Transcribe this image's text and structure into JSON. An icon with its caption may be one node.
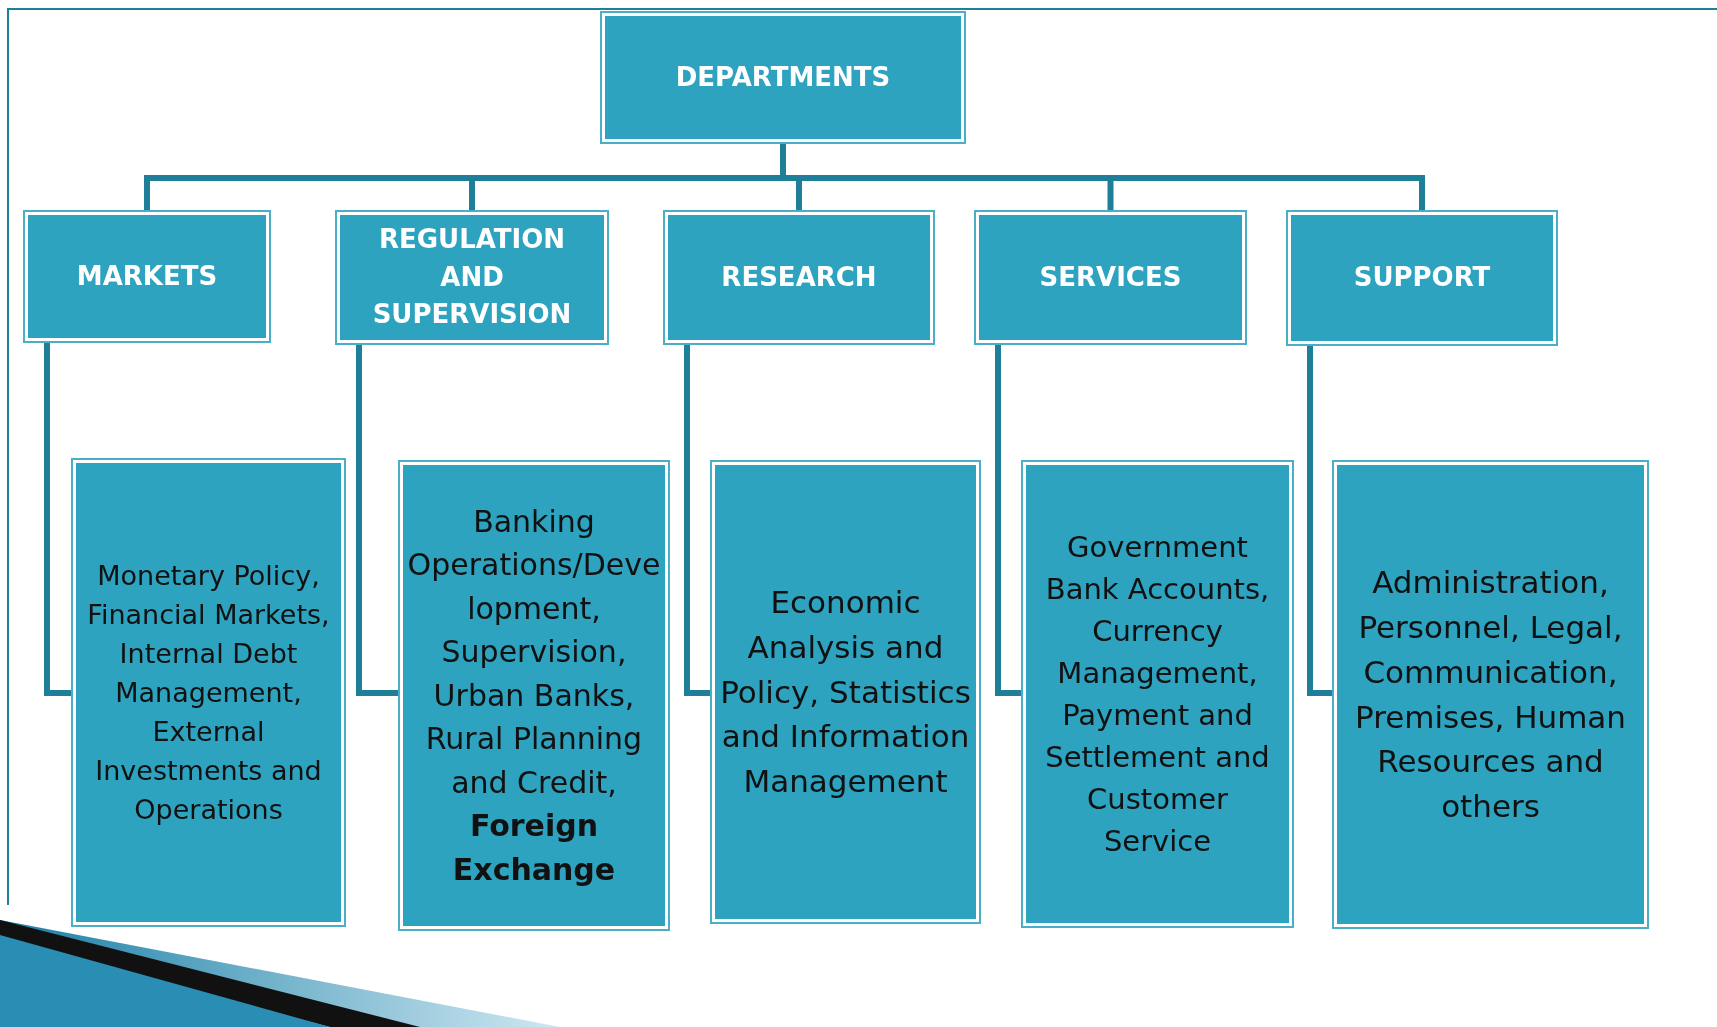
{
  "diagram": {
    "nodes": [
      {
        "text": [
          "DEPARTMENTS"
        ]
      },
      {
        "text": [
          "MARKETS"
        ]
      },
      {
        "text": [
          "REGULATION AND SUPERVISION"
        ]
      },
      {
        "text": [
          "RESEARCH"
        ]
      },
      {
        "text": [
          "SERVICES"
        ]
      },
      {
        "text": [
          "SUPPORT"
        ]
      },
      {
        "text": [
          "Monetary Policy, Financial Markets,  Internal Debt Management, External Investments and Operations"
        ]
      },
      {
        "text": [
          "Banking Operations/Development, Supervision, Urban Banks, Rural Planning and Credit, **Foreign Exchange**"
        ]
      },
      {
        "text": [
          "Economic Analysis and Policy, Statistics and Information Management"
        ]
      },
      {
        "text": [
          "Government Bank Accounts, Currency Management, Payment and Settlement and Customer Service"
        ]
      },
      {
        "text": [
          "Administration, Personnel, Legal, Communication, Premises, Human Resources and others"
        ]
      }
    ],
    "edges": [
      {
        "from": 0,
        "to": 1,
        "arrow": "none"
      },
      {
        "from": 0,
        "to": 2,
        "arrow": "none"
      },
      {
        "from": 0,
        "to": 3,
        "arrow": "none"
      },
      {
        "from": 0,
        "to": 4,
        "arrow": "none"
      },
      {
        "from": 0,
        "to": 5,
        "arrow": "none"
      },
      {
        "from": 1,
        "to": 6,
        "arrow": "none"
      },
      {
        "from": 2,
        "to": 7,
        "arrow": "none"
      },
      {
        "from": 3,
        "to": 8,
        "arrow": "none"
      },
      {
        "from": 4,
        "to": 9,
        "arrow": "none"
      },
      {
        "from": 5,
        "to": 10,
        "arrow": "none"
      }
    ]
  }
}
